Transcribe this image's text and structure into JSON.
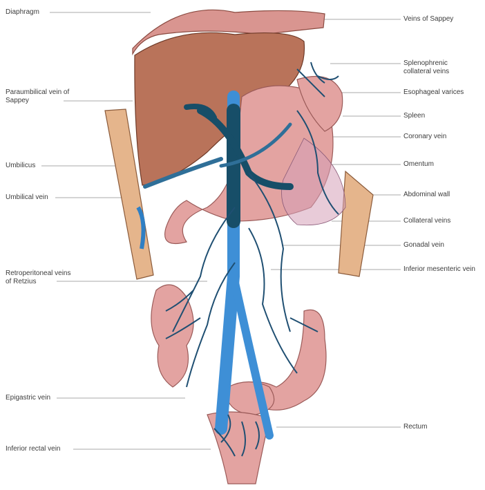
{
  "labels_left": {
    "diaphragm": "Diaphragm",
    "paraumbilical": "Paraumbilical vein of Sappey",
    "umbilicus": "Umbilicus",
    "umbilical_vein": "Umbilical vein",
    "retroperitoneal": "Retroperitoneal veins of Retzius",
    "epigastric": "Epigastric vein",
    "inferior_rectal": "Inferior rectal vein"
  },
  "labels_right": {
    "veins_of_sappey": "Veins of Sappey",
    "splenophrenic": "Splenophrenic collateral veins",
    "esophageal": "Esophageal varices",
    "spleen": "Spleen",
    "coronary": "Coronary vein",
    "omentum": "Omentum",
    "abdominal_wall": "Abdominal wall",
    "collateral": "Collateral veins",
    "gonadal": "Gonadal vein",
    "inferior_mesenteric": "Inferior mesenteric vein",
    "rectum": "Rectum"
  },
  "colors": {
    "liver": "#b9735a",
    "organ_pink": "#e3a3a1",
    "vein_light": "#3e8fd6",
    "vein_dark": "#174e68",
    "wall": "#e5b58c",
    "leader": "#9a9a9a"
  }
}
